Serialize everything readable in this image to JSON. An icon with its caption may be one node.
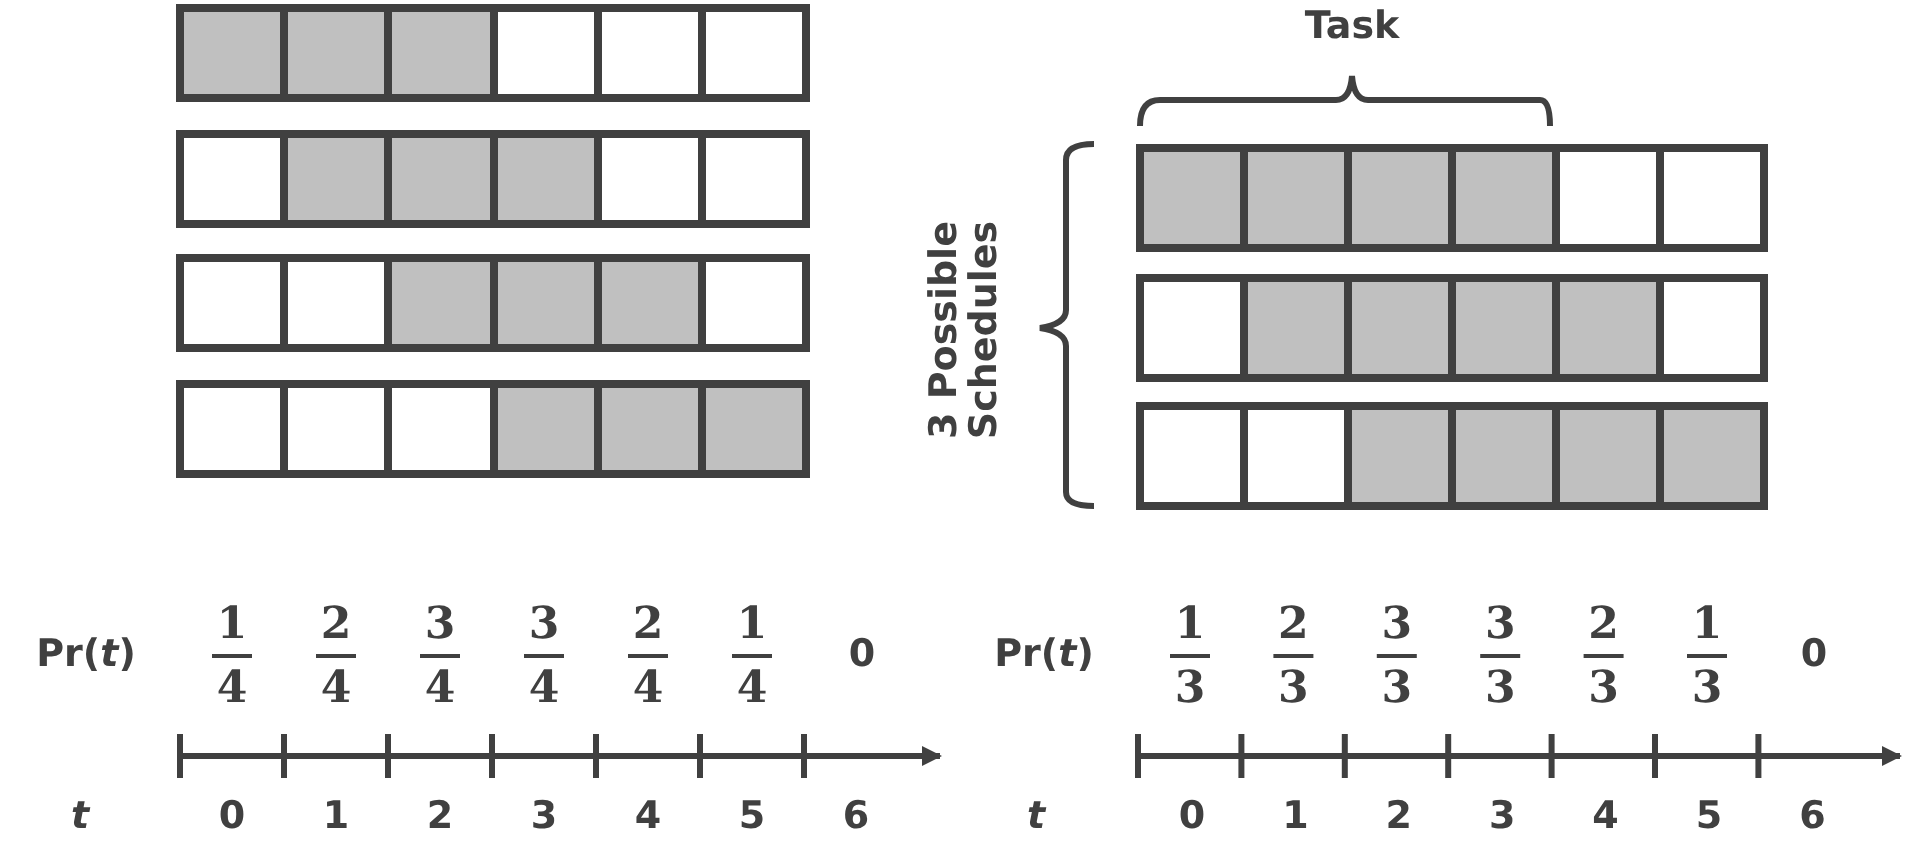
{
  "diagram": {
    "nodes": [
      {
        "text": [],
        "shape": "box"
      },
      {
        "text": [],
        "shape": "box"
      },
      {
        "text": [],
        "shape": "box"
      },
      {
        "text": [],
        "shape": "box"
      },
      {
        "text": [],
        "shape": "box"
      },
      {
        "text": [],
        "shape": "box"
      },
      {
        "text": [],
        "shape": "box"
      },
      {
        "text": [],
        "shape": "box"
      },
      {
        "text": [],
        "shape": "box"
      },
      {
        "text": [],
        "shape": "box"
      },
      {
        "text": [],
        "shape": "box"
      },
      {
        "text": [],
        "shape": "box"
      },
      {
        "text": [],
        "shape": "box"
      },
      {
        "text": [],
        "shape": "box"
      },
      {
        "text": [],
        "shape": "box"
      },
      {
        "text": [],
        "shape": "box"
      },
      {
        "text": [],
        "shape": "box"
      },
      {
        "text": [],
        "shape": "box"
      },
      {
        "text": [],
        "shape": "box"
      },
      {
        "text": [],
        "shape": "box"
      },
      {
        "text": [],
        "shape": "box"
      },
      {
        "text": [],
        "shape": "box"
      },
      {
        "text": [],
        "shape": "box"
      },
      {
        "text": [],
        "shape": "box"
      },
      {
        "text": [],
        "shape": "box"
      },
      {
        "text": [],
        "shape": "box"
      },
      {
        "text": [],
        "shape": "box"
      },
      {
        "text": [],
        "shape": "box"
      },
      {
        "text": [],
        "shape": "box"
      },
      {
        "text": [],
        "shape": "box"
      },
      {
        "text": [],
        "shape": "box"
      },
      {
        "text": [],
        "shape": "box"
      },
      {
        "text": [],
        "shape": "box"
      },
      {
        "text": [],
        "shape": "box"
      },
      {
        "text": [],
        "shape": "box"
      },
      {
        "text": [],
        "shape": "box"
      },
      {
        "text": [],
        "shape": "box"
      },
      {
        "text": [],
        "shape": "box"
      },
      {
        "text": [],
        "shape": "box"
      },
      {
        "text": [],
        "shape": "box"
      },
      {
        "text": [],
        "shape": "box"
      },
      {
        "text": [],
        "shape": "box"
      }
    ],
    "labels": [
      "Task",
      "3 Possible Schedules",
      "Pr(*t*)",
      "1",
      "4",
      "2",
      "4",
      "3",
      "4",
      "3",
      "4",
      "2",
      "4",
      "1",
      "4",
      "0",
      "Pr(*t*)",
      "1",
      "3",
      "2",
      "3",
      "3",
      "3",
      "3",
      "3",
      "2",
      "3",
      "1",
      "3",
      "0",
      "t",
      "0",
      "1",
      "2",
      "3",
      "4",
      "5",
      "6",
      "t",
      "0",
      "1",
      "2",
      "3",
      "4",
      "5",
      "6"
    ]
  }
}
